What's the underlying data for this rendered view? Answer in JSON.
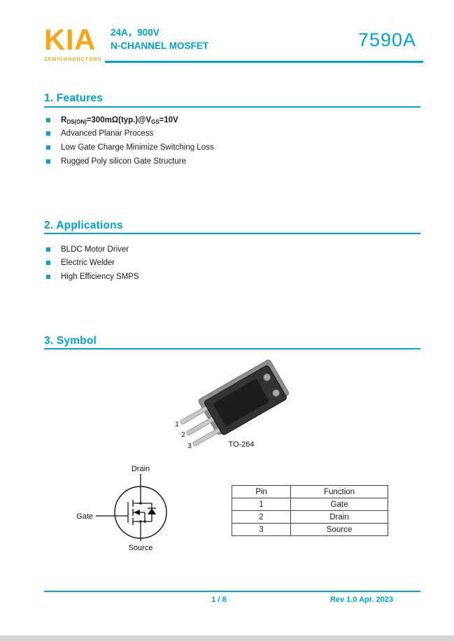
{
  "header": {
    "logo": "KIA",
    "logo_sub": "SEMICONDUCTORS",
    "spec_line1": "24A，900V",
    "spec_line2": "N-CHANNEL MOSFET",
    "part_number": "7590A"
  },
  "features": {
    "heading": "1. Features",
    "item1": {
      "pre": "R",
      "sub1": "DS(ON)",
      "mid": "=300mΩ(typ.)@V",
      "sub2": "GS",
      "post": "=10V"
    },
    "items": [
      "Advanced Planar Process",
      "Low Gate Charge Minimize Switching Loss",
      "Rugged Poly silicon Gate Structure"
    ]
  },
  "applications": {
    "heading": "2. Applications",
    "items": [
      "BLDC Motor Driver",
      "Electric Welder",
      "High Efficiency SMPS"
    ]
  },
  "symbol": {
    "heading": "3. Symbol",
    "package_name": "TO-264",
    "pins": [
      "1",
      "2",
      "3"
    ],
    "terminals": {
      "drain": "Drain",
      "gate": "Gate",
      "source": "Source"
    },
    "pin_table": {
      "headers": [
        "Pin",
        "Function"
      ],
      "rows": [
        [
          "1",
          "Gate"
        ],
        [
          "2",
          "Drain"
        ],
        [
          "3",
          "Source"
        ]
      ]
    }
  },
  "footer": {
    "page_number": "1 / 8",
    "revision": "Rev 1.0 Apr. 2023"
  },
  "colors": {
    "accent": "#00A2D3",
    "logo": "#F5A81C"
  }
}
